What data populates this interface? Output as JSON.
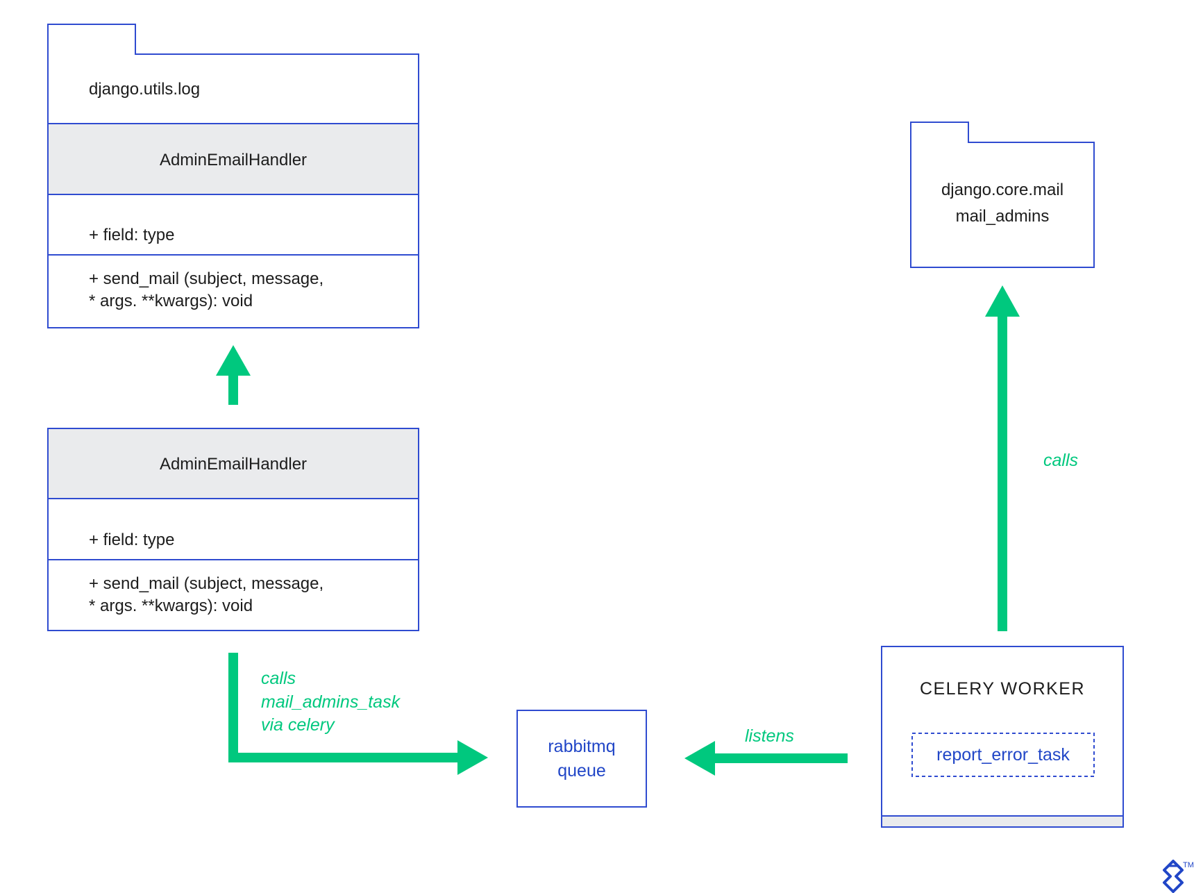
{
  "colors": {
    "stroke": "#2f4bd0",
    "header_fill": "#eaebed",
    "arrow": "#00c87e",
    "text": "#1c1c1c",
    "blue_text": "#2146c7"
  },
  "top_package": {
    "name": "django.utils.log",
    "class_name": "AdminEmailHandler",
    "field": "+ field: type",
    "method_line1": "+ send_mail (subject, message,",
    "method_line2": "* args. **kwargs): void"
  },
  "bottom_class": {
    "class_name": "AdminEmailHandler",
    "field": "+ field: type",
    "method_line1": "+ send_mail (subject, message,",
    "method_line2": "* args. **kwargs): void"
  },
  "mail_package": {
    "line1": "django.core.mail",
    "line2": "mail_admins"
  },
  "queue": {
    "line1": "rabbitmq",
    "line2": "queue"
  },
  "worker": {
    "title": "CELERY WORKER",
    "task": "report_error_task"
  },
  "edges": {
    "calls_task_line1": "calls",
    "calls_task_line2": "mail_admins_task",
    "calls_task_line3": "via celery",
    "listens": "listens",
    "calls_mail": "calls"
  },
  "logo": {
    "icon": "toptal-logo-icon",
    "trademark": "TM"
  }
}
